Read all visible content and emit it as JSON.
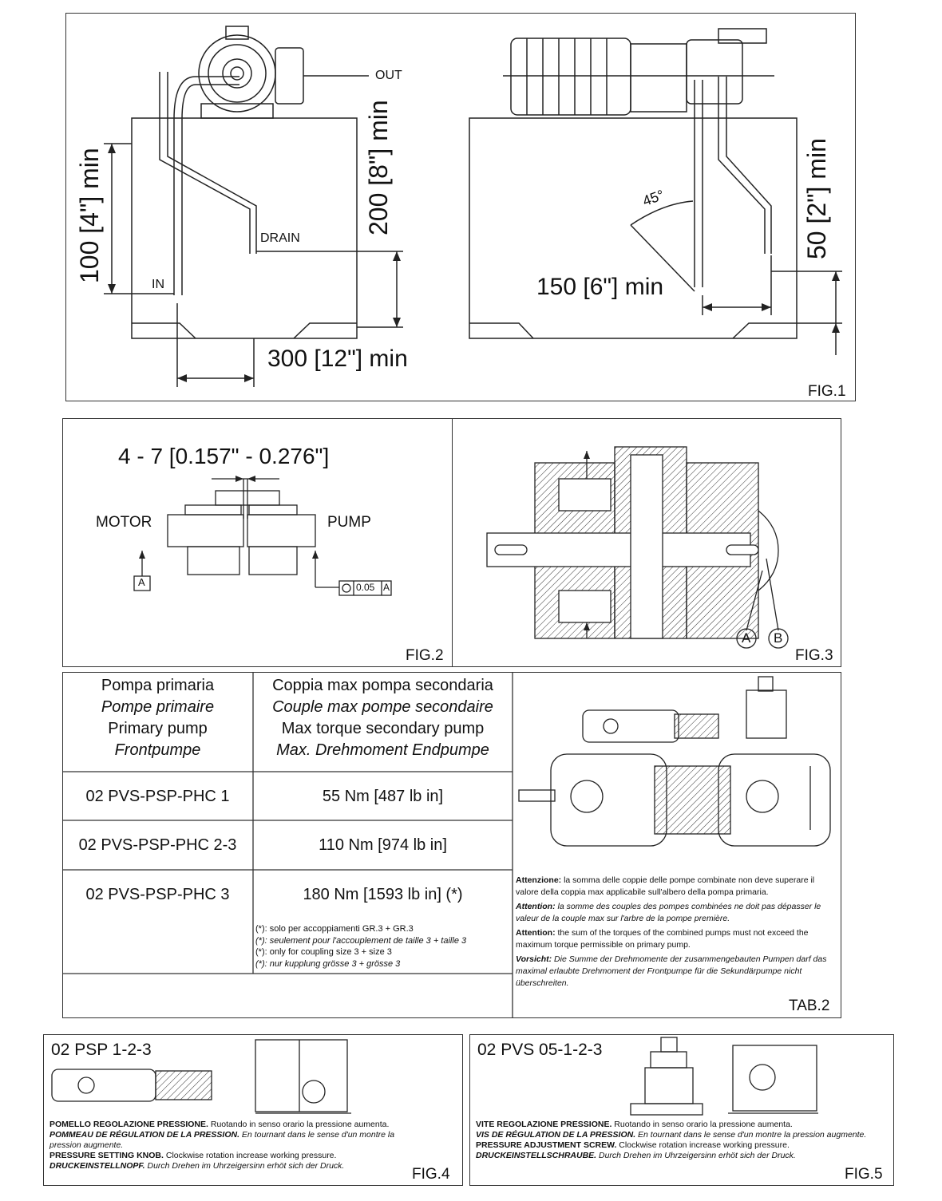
{
  "fig1": {
    "label": "FIG.1",
    "out": "OUT",
    "drain": "DRAIN",
    "in": "IN",
    "dim_100": "100 [4\"] min",
    "dim_200": "200 [8\"] min",
    "dim_300": "300 [12\"] min",
    "dim_150": "150 [6\"] min",
    "dim_50": "50 [2\"] min",
    "angle": "45°"
  },
  "fig2": {
    "label": "FIG.2",
    "gap": "4 - 7 [0.157\" - 0.276\"]",
    "motor": "MOTOR",
    "pump": "PUMP",
    "datum": "A",
    "tolerance": "0.05",
    "tolerance_datum": "A"
  },
  "fig3": {
    "label": "FIG.3",
    "a": "A",
    "b": "B"
  },
  "tab2": {
    "label": "TAB.2",
    "header_col1": [
      "Pompa primaria",
      "Pompe primaire",
      "Primary pump",
      "Frontpumpe"
    ],
    "header_col2": [
      "Coppia max pompa secondaria",
      "Couple max pompe secondaire",
      "Max torque secondary pump",
      "Max. Drehmoment Endpumpe"
    ],
    "rows": [
      {
        "pump": "02 PVS-PSP-PHC 1",
        "torque": "55 Nm [487 lb in]"
      },
      {
        "pump": "02 PVS-PSP-PHC 2-3",
        "torque": "110 Nm [974 lb in]"
      },
      {
        "pump": "02 PVS-PSP-PHC 3",
        "torque": "180 Nm [1593 lb in] (*)"
      }
    ],
    "footnotes": [
      "(*): solo per accoppiamenti GR.3 + GR.3",
      "(*): seulement pour l'accouplement de taille 3 + taille 3",
      "(*): only for coupling size 3 + size 3",
      "(*): nur kupplung grösse 3 + grösse 3"
    ],
    "notes": {
      "it_bold": "Attenzione:",
      "it_text": " la somma delle coppie delle pompe combinate non deve superare il valore della coppia max applicabile sull'albero della pompa primaria.",
      "fr_bold": "Attention:",
      "fr_text": " la somme des couples des pompes combinées ne doit pas dépasser le valeur de la couple max sur l'arbre de la pompe première.",
      "en_bold": "Attention:",
      "en_text": " the sum of the torques of the combined pumps must not exceed the maximum torque permissible on primary pump.",
      "de_bold": "Vorsicht:",
      "de_text": " Die Summe der Drehmomente der zusammengebauten Pumpen darf das maximal erlaubte Drehmoment der Frontpumpe für die Sekundärpumpe nicht überschreiten."
    }
  },
  "fig4": {
    "label": "FIG.4",
    "title": "02 PSP 1-2-3",
    "it_bold": "POMELLO REGOLAZIONE PRESSIONE.",
    "it_text": " Ruotando in senso orario la pressione aumenta.",
    "fr_bold": "POMMEAU DE RÉGULATION DE LA PRESSION.",
    "fr_text": " En tournant dans le sense d'un montre la pression augmente.",
    "en_bold": "PRESSURE SETTING KNOB.",
    "en_text": " Clockwise rotation increase working pressure.",
    "de_bold": "DRUCKEINSTELLNOPF.",
    "de_text": " Durch Drehen im Uhrzeigersinn erhöt sich der Druck."
  },
  "fig5": {
    "label": "FIG.5",
    "title": "02 PVS 05-1-2-3",
    "it_bold": "VITE REGOLAZIONE PRESSIONE.",
    "it_text": " Ruotando in senso orario la pressione aumenta.",
    "fr_bold": "VIS DE RÉGULATION DE LA PRESSION.",
    "fr_text": " En tournant dans le sense d'un montre la pression augmente.",
    "en_bold": "PRESSURE ADJUSTMENT SCREW.",
    "en_text": " Clockwise rotation increase working pressure.",
    "de_bold": "DRUCKEINSTELLSCHRAUBE.",
    "de_text": " Durch Drehen im Uhrzeigersinn erhöt sich der Druck."
  }
}
